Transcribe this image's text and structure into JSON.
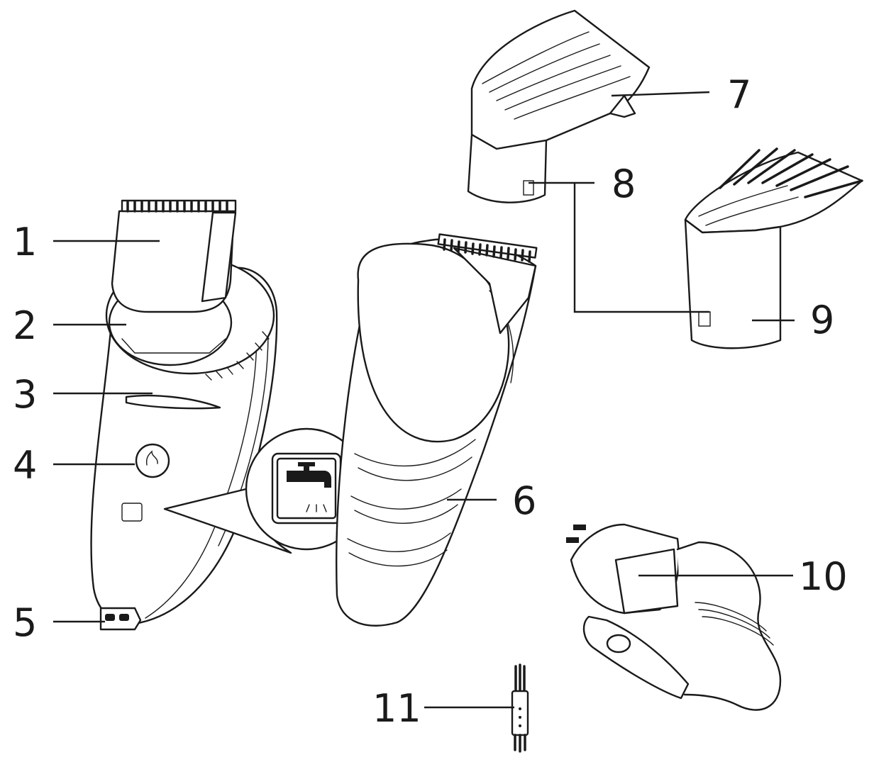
{
  "callouts": [
    {
      "id": "1",
      "label": "1"
    },
    {
      "id": "2",
      "label": "2"
    },
    {
      "id": "3",
      "label": "3"
    },
    {
      "id": "4",
      "label": "4"
    },
    {
      "id": "5",
      "label": "5"
    },
    {
      "id": "6",
      "label": "6"
    },
    {
      "id": "7",
      "label": "7"
    },
    {
      "id": "8",
      "label": "8"
    },
    {
      "id": "9",
      "label": "9"
    },
    {
      "id": "10",
      "label": "10"
    },
    {
      "id": "11",
      "label": "11"
    }
  ],
  "icons": {
    "washable": "faucet-water-icon",
    "power": "power-button-icon"
  },
  "colors": {
    "line": "#1a1a1a",
    "background": "#ffffff"
  }
}
